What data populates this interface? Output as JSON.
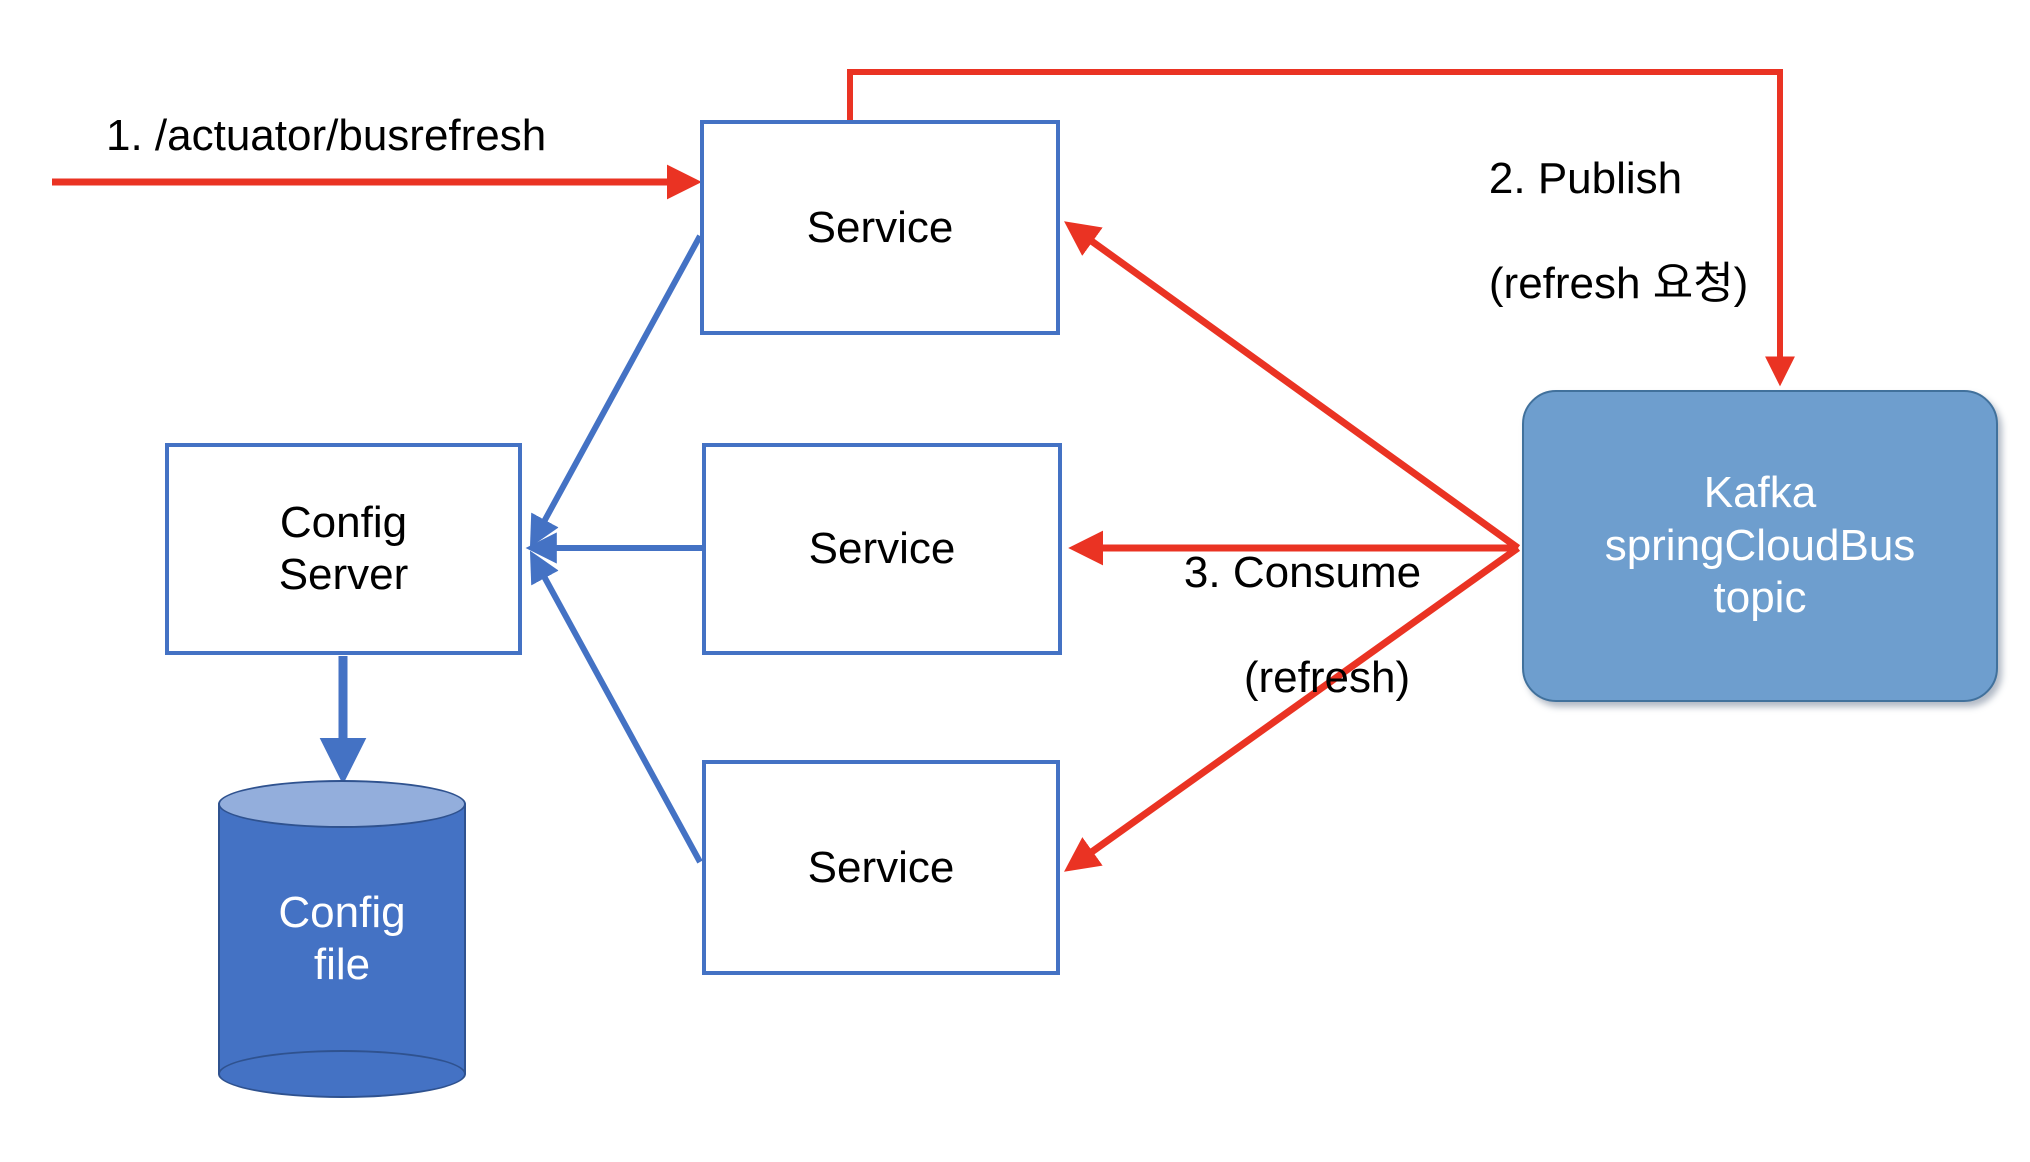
{
  "diagram": {
    "title": "Spring Cloud Bus refresh flow",
    "colors": {
      "blue_stroke": "#4472C4",
      "red_stroke": "#EA3323",
      "kafka_fill": "#6E9ECE",
      "kafka_stroke": "#41719C",
      "cylinder_fill": "#4472C4",
      "cylinder_top_fill": "#93AEDC",
      "cylinder_stroke": "#2F528F",
      "box_fill": "#FFFFFF",
      "text_dark": "#000000",
      "text_light": "#FFFFFF",
      "background": "#FFFFFF"
    },
    "nodes": {
      "service_1": {
        "label": "Service"
      },
      "service_2": {
        "label": "Service"
      },
      "service_3": {
        "label": "Service"
      },
      "config_server": {
        "line1": "Config",
        "line2": "Server"
      },
      "config_file": {
        "line1": "Config",
        "line2": "file"
      },
      "kafka": {
        "line1": "Kafka",
        "line2": "springCloudBus",
        "line3": "topic"
      }
    },
    "labels": {
      "step1": "1. /actuator/busrefresh",
      "step2_line1": "2. Publish",
      "step2_line2": "(refresh 요청)",
      "step3_line1": "3. Consume",
      "step3_line2": "(refresh)"
    },
    "edges": [
      {
        "name": "busrefresh-request",
        "from": "external",
        "to": "service_1",
        "color": "#EA3323",
        "style": "straight-arrow"
      },
      {
        "name": "publish-to-kafka",
        "from": "service_1",
        "to": "kafka",
        "color": "#EA3323",
        "style": "orthogonal-arrow"
      },
      {
        "name": "consume-service-1",
        "from": "kafka",
        "to": "service_1",
        "color": "#EA3323",
        "style": "straight-arrow"
      },
      {
        "name": "consume-service-2",
        "from": "kafka",
        "to": "service_2",
        "color": "#EA3323",
        "style": "straight-arrow"
      },
      {
        "name": "consume-service-3",
        "from": "kafka",
        "to": "service_3",
        "color": "#EA3323",
        "style": "straight-arrow"
      },
      {
        "name": "service-1-to-config-server",
        "from": "service_1",
        "to": "config_server",
        "color": "#4472C4",
        "style": "straight-arrow"
      },
      {
        "name": "service-2-to-config-server",
        "from": "service_2",
        "to": "config_server",
        "color": "#4472C4",
        "style": "straight-arrow"
      },
      {
        "name": "service-3-to-config-server",
        "from": "service_3",
        "to": "config_server",
        "color": "#4472C4",
        "style": "straight-arrow"
      },
      {
        "name": "config-server-to-config-file",
        "from": "config_server",
        "to": "config_file",
        "color": "#4472C4",
        "style": "straight-arrow"
      }
    ]
  }
}
